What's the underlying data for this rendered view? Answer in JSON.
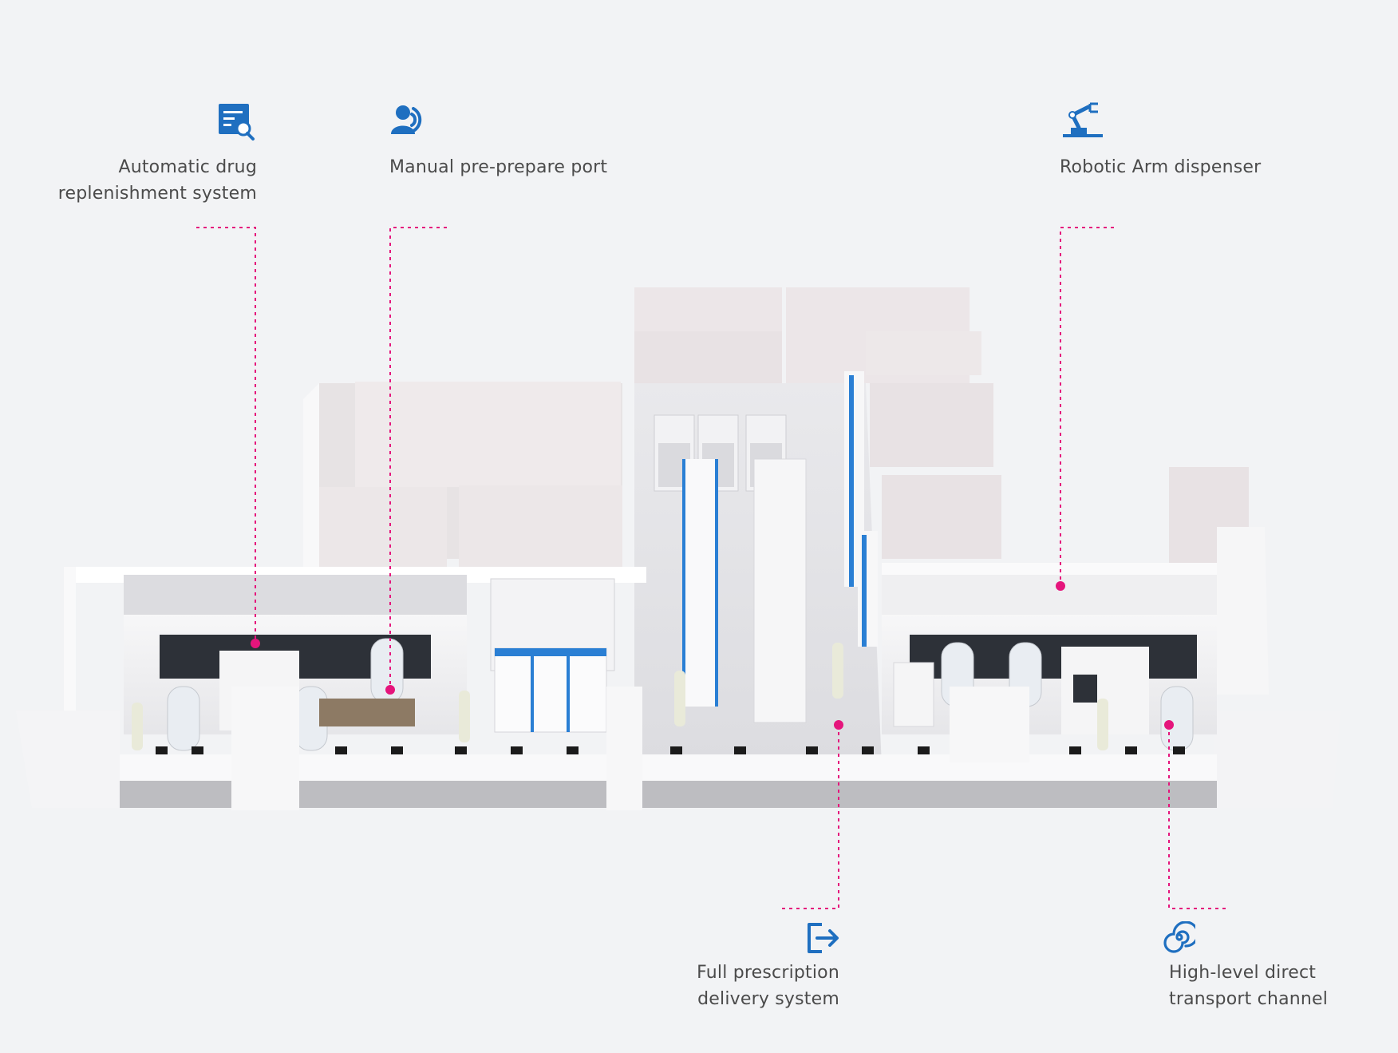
{
  "colors": {
    "background": "#f2f3f5",
    "icon_blue": "#1f6fc0",
    "marker_pink": "#e5157c",
    "accent_blue": "#2a7fd4",
    "label_text": "#4b4b4b"
  },
  "callouts": [
    {
      "id": "automatic-drug-replenishment",
      "icon": "document-search-icon",
      "lines": [
        "Automatic drug",
        "replenishment system"
      ]
    },
    {
      "id": "manual-pre-prepare",
      "icon": "person-signal-icon",
      "lines": [
        "Manual pre-prepare port"
      ]
    },
    {
      "id": "robotic-arm",
      "icon": "robotic-arm-icon",
      "lines": [
        "Robotic Arm dispenser"
      ]
    },
    {
      "id": "full-prescription-delivery",
      "icon": "exit-arrow-icon",
      "lines": [
        "Full prescription",
        "delivery system"
      ]
    },
    {
      "id": "high-level-transport",
      "icon": "spiral-icon",
      "lines": [
        "High-level direct",
        "transport channel"
      ]
    }
  ]
}
